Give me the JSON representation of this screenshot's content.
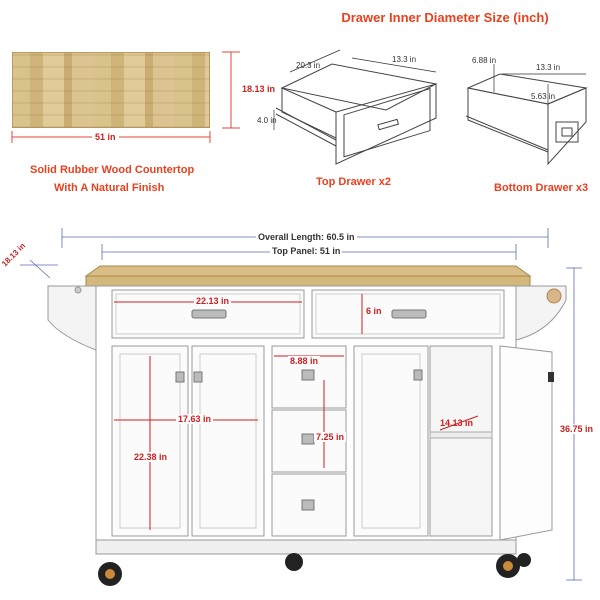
{
  "header": {
    "title": "Drawer Inner Diameter Size (inch)"
  },
  "countertop": {
    "depth": "18.13 in",
    "width": "51 in",
    "caption_line1": "Solid Rubber Wood Countertop",
    "caption_line2": "With A Natural Finish"
  },
  "top_drawer": {
    "depth": "20.3 in",
    "width": "13.3 in",
    "height": "4.0 in",
    "caption": "Top Drawer x2"
  },
  "bottom_drawer": {
    "depth": "6.88 in",
    "width": "13.3 in",
    "height": "5.63 in",
    "caption": "Bottom Drawer x3"
  },
  "cabinet": {
    "overall_length": "Overall Length: 60.5 in",
    "top_panel": "Top Panel: 51 in",
    "top_depth": "18.13 in",
    "drawer_width": "22.13 in",
    "drawer_height": "6 in",
    "small_drawer_width": "8.88 in",
    "small_drawer_height": "7.25 in",
    "door_width": "17.63 in",
    "door_height": "22.38 in",
    "shelf_depth": "14.13 in",
    "total_height": "36.75 in"
  }
}
